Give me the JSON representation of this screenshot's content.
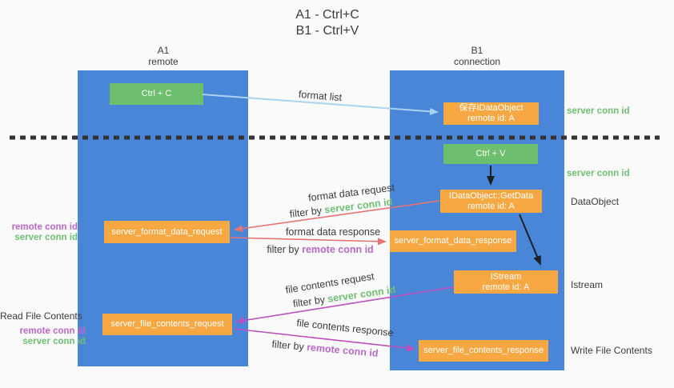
{
  "title": {
    "line1": "A1 - Ctrl+C",
    "line2": "B1 - Ctrl+V"
  },
  "columns": {
    "a": {
      "name": "A1",
      "subtitle": "remote"
    },
    "b": {
      "name": "B1",
      "subtitle": "connection"
    }
  },
  "nodes": {
    "ctrl_c": "Ctrl + C",
    "save_idataobject": {
      "line1": "保存IDataObject",
      "line2": "remote id: A"
    },
    "ctrl_v": "Ctrl + V",
    "getdata": {
      "line1": "IDataObject::GetData",
      "line2": "remote id: A"
    },
    "format_request": "server_format_data_request",
    "format_response": "server_format_data_response",
    "istream": {
      "line1": "IStream",
      "line2": "remote id: A"
    },
    "file_request": "server_file_contents_request",
    "file_response": "server_file_contents_response"
  },
  "edge_labels": {
    "format_list": "format list",
    "format_data_request": "format data request",
    "format_data_response": "format data response",
    "file_contents_request": "file contents request",
    "file_contents_response": "file contents response",
    "filter_by": "filter by ",
    "server_conn_id": "server conn id",
    "remote_conn_id": "remote conn id"
  },
  "side_labels": {
    "right_server_conn_id_top": "server conn id",
    "right_server_conn_id_mid": "server conn id",
    "dataobject": "DataObject",
    "istream": "Istream",
    "write_file_contents": "Write File Contents",
    "read_file_contents": "Read File Contents",
    "left_remote_conn_id_top": "remote conn id",
    "left_server_conn_id_top": "server conn id",
    "left_remote_conn_id_bottom": "remote conn id",
    "left_server_conn_id_bottom": "server conn id"
  },
  "colors": {
    "column_blue": "#4a86d8",
    "box_green": "#6dbe6d",
    "box_orange": "#f8a843",
    "green_text": "#6fbf72",
    "purple_text": "#ba68c8",
    "arrow_lightblue": "#a9d3ee",
    "arrow_red": "#e57373",
    "arrow_magenta": "#bb4fbb",
    "arrow_black": "#1f1f1f",
    "divider_dark": "#333333"
  }
}
